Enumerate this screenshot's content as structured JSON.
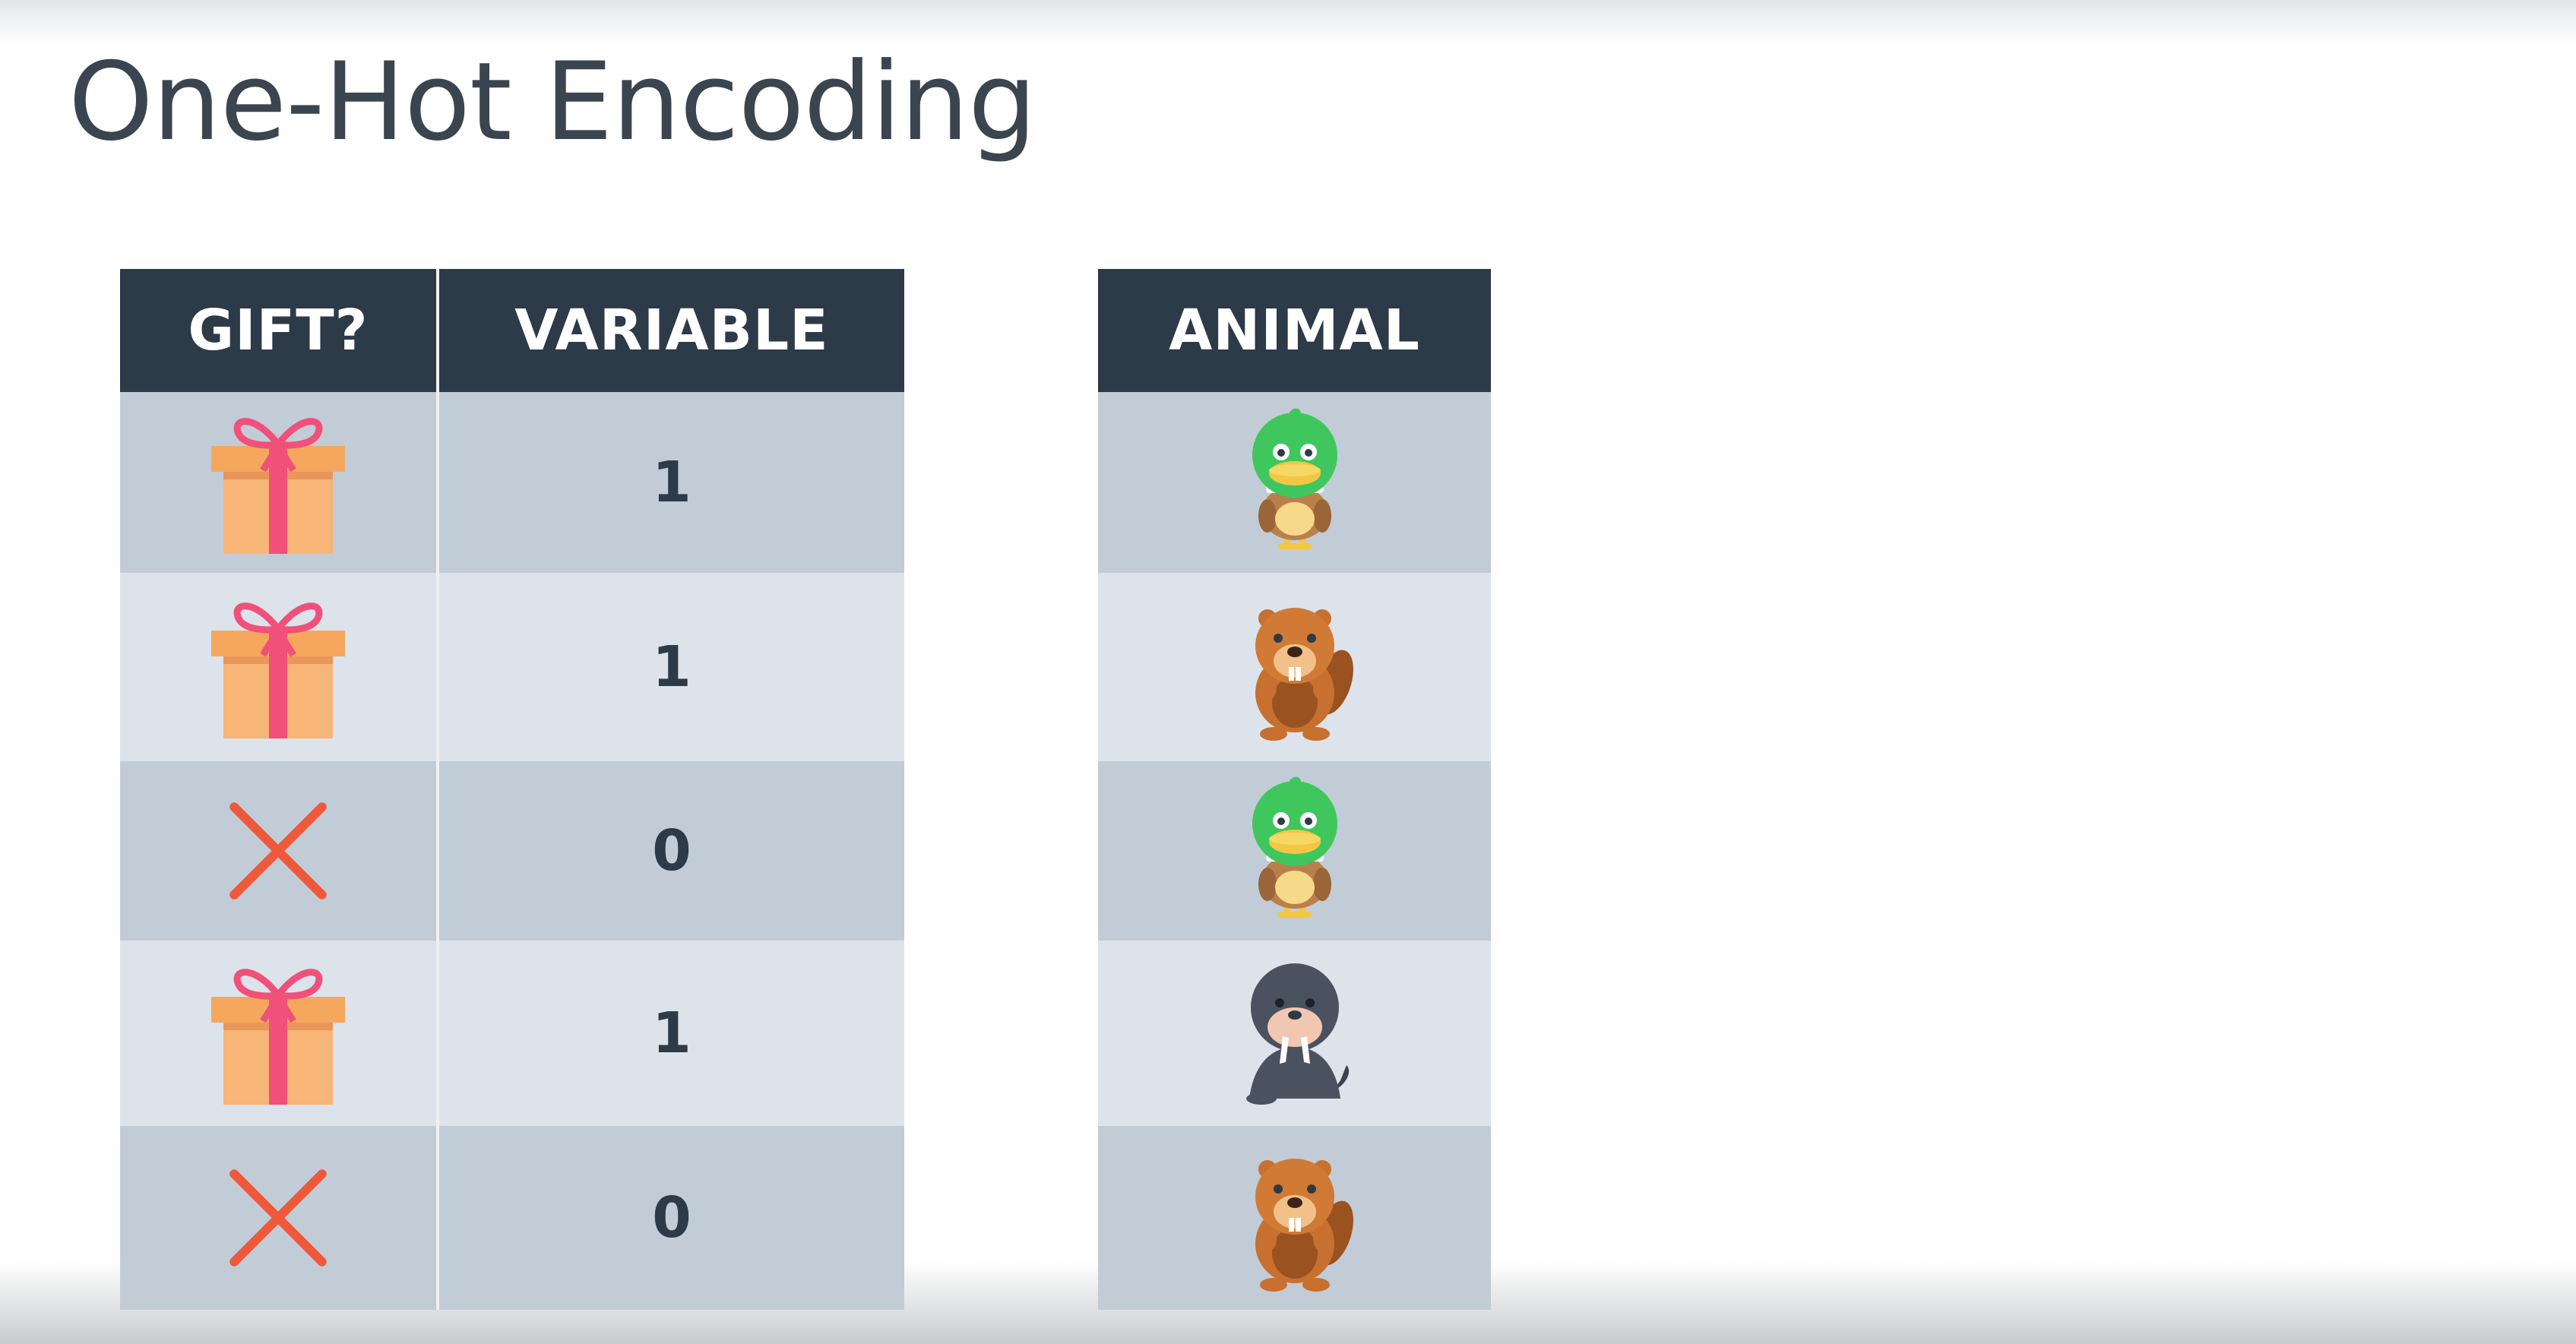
{
  "title": "One-Hot Encoding",
  "left_table": {
    "headers": [
      "GIFT?",
      "VARIABLE"
    ],
    "rows": [
      {
        "gift": "gift-icon",
        "variable": "1"
      },
      {
        "gift": "gift-icon",
        "variable": "1"
      },
      {
        "gift": "x-icon",
        "variable": "0"
      },
      {
        "gift": "gift-icon",
        "variable": "1"
      },
      {
        "gift": "x-icon",
        "variable": "0"
      }
    ]
  },
  "right_table": {
    "headers": [
      "ANIMAL"
    ],
    "rows": [
      {
        "animal": "duck-icon"
      },
      {
        "animal": "beaver-icon"
      },
      {
        "animal": "duck-icon"
      },
      {
        "animal": "walrus-icon"
      },
      {
        "animal": "beaver-icon"
      }
    ]
  },
  "colors": {
    "header_bg": "#2d3a47",
    "row_dark": "#c2ccd6",
    "row_light": "#dde3ea",
    "gift_box": "#f5a85d",
    "ribbon": "#f0507a",
    "x_mark": "#f0583c"
  }
}
